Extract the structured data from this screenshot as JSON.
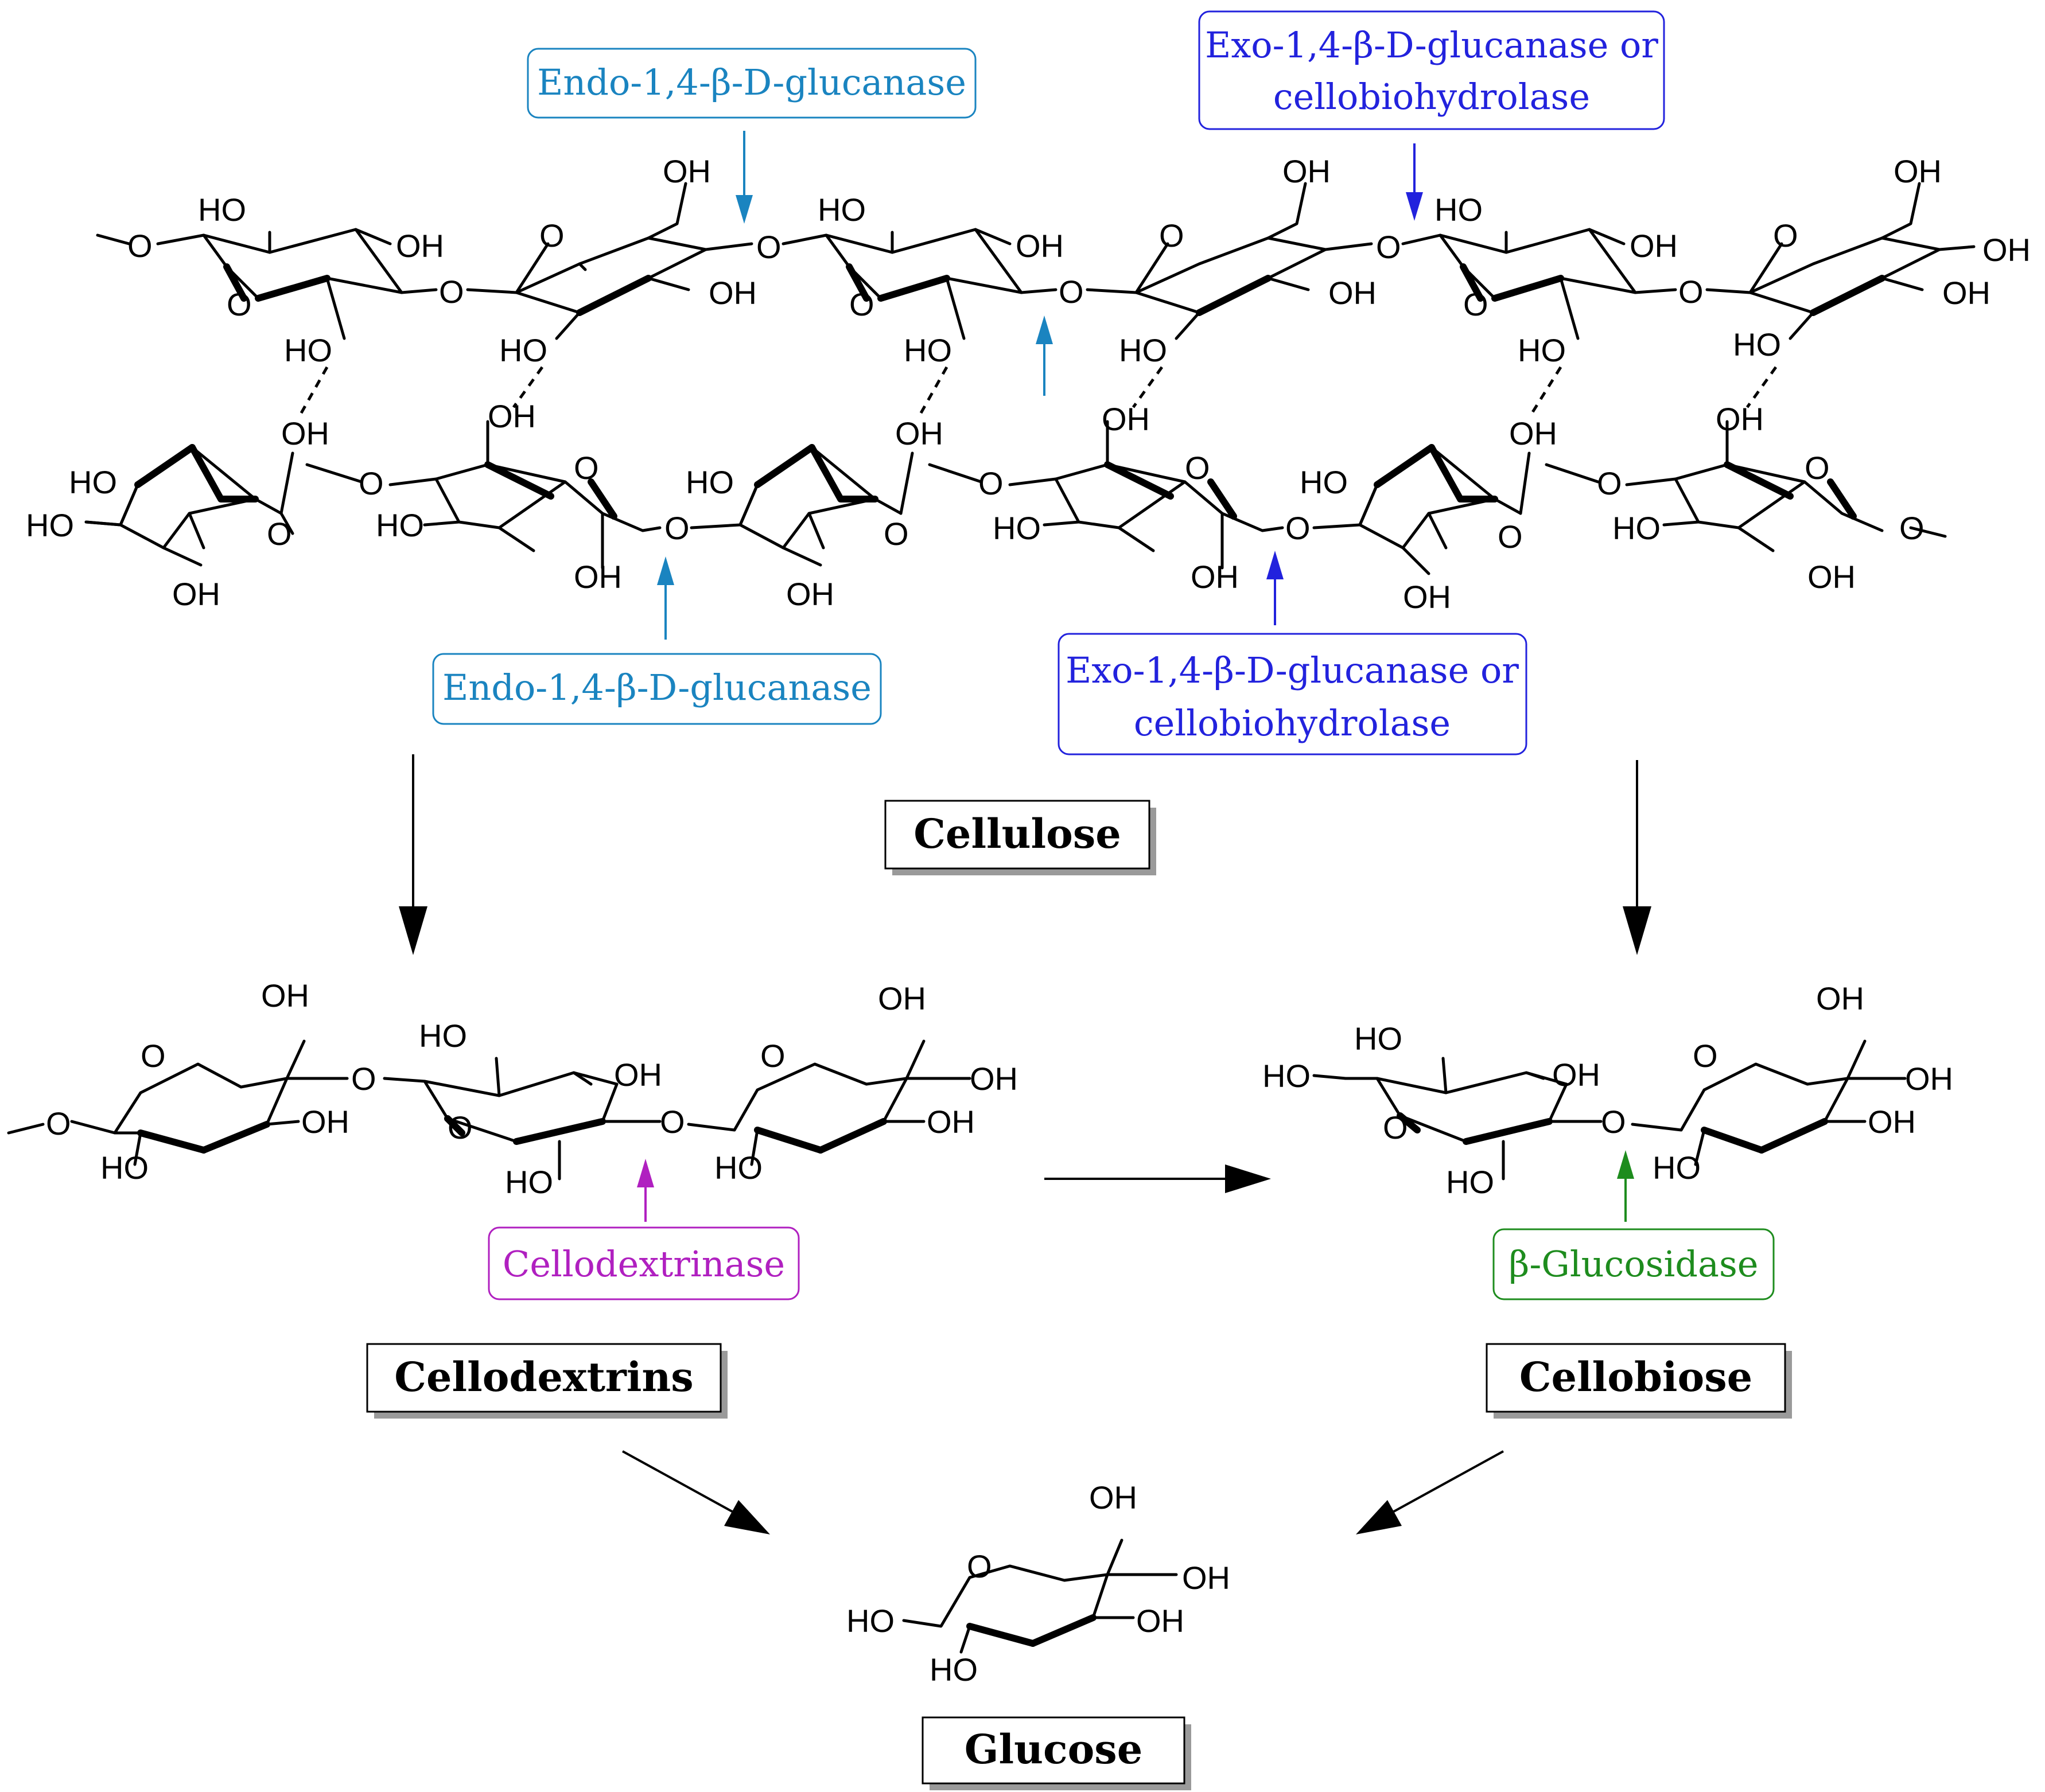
{
  "colors": {
    "endo": "#1a84c0",
    "exo": "#2222dd",
    "cellodextrinase": "#b020c0",
    "glucosidase": "#1e8c1e",
    "black": "#000000"
  },
  "enzymes": {
    "endo_top": "Endo-1,4-β-D-glucanase",
    "exo_top_line1": "Exo-1,4-β-D-glucanase or",
    "exo_top_line2": "cellobiohydrolase",
    "endo_bottom": "Endo-1,4-β-D-glucanase",
    "exo_bottom_line1": "Exo-1,4-β-D-glucanase or",
    "exo_bottom_line2": "cellobiohydrolase",
    "cellodextrinase": "Cellodextrinase",
    "glucosidase": "β-Glucosidase"
  },
  "products": {
    "cellulose": "Cellulose",
    "cellodextrins": "Cellodextrins",
    "cellobiose": "Cellobiose",
    "glucose": "Glucose"
  },
  "atoms": {
    "O": "O",
    "OH": "OH",
    "HO": "HO"
  }
}
